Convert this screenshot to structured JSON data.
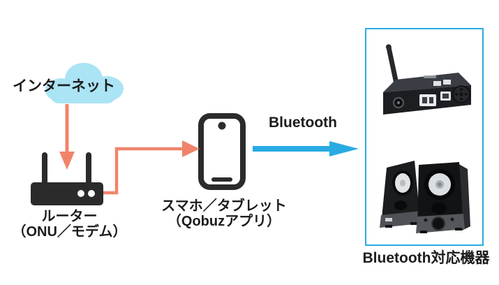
{
  "diagram": {
    "internet": {
      "label": "インターネット",
      "icon": "cloud-icon"
    },
    "router": {
      "label": "ルーター",
      "sublabel": "（ONU／モデム）",
      "icon": "router-icon"
    },
    "smartphone": {
      "label": "スマホ／タブレット",
      "sublabel": "（Qobuzアプリ）",
      "icon": "smartphone-icon"
    },
    "bluetooth_link": {
      "label": "Bluetooth"
    },
    "bluetooth_devices": {
      "label": "Bluetooth対応機器",
      "images": [
        "bluetooth-receiver",
        "stereo-speakers"
      ]
    },
    "connections": [
      {
        "from": "インターネット",
        "to": "ルーター",
        "style": "orange-down-arrow"
      },
      {
        "from": "ルーター",
        "to": "スマホ／タブレット",
        "style": "orange-elbow-arrow"
      },
      {
        "from": "スマホ／タブレット",
        "to": "Bluetooth対応機器",
        "style": "blue-arrow",
        "label": "Bluetooth"
      }
    ],
    "colors": {
      "background": "#ffffff",
      "cloud": "#ABE4F5",
      "flow_arrow": "#F0846B",
      "bluetooth_accent": "#29ABE2",
      "icon_fill": "#2B2B2B",
      "text": "#1C1C1C"
    }
  }
}
